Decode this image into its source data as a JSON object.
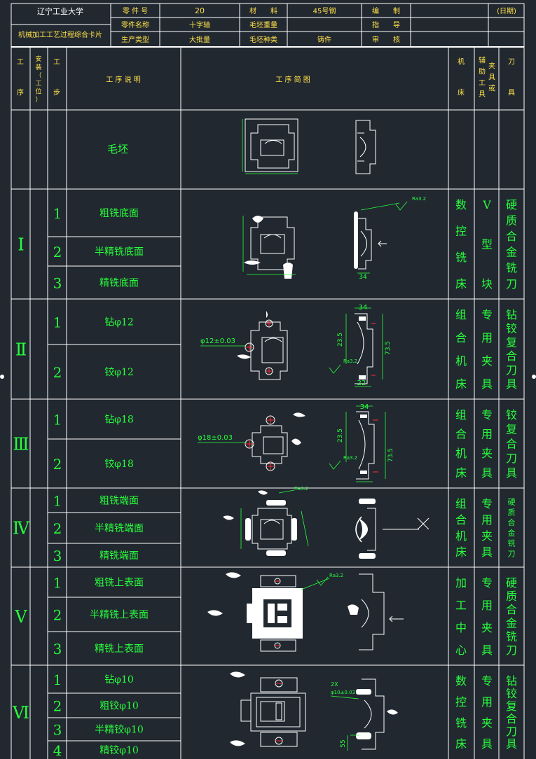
{
  "header": {
    "school": "辽宁工业大学",
    "card_title": "机械加工工艺过程综合卡片",
    "part_no_label": "零 件 号",
    "part_no_value": "20",
    "material_label": "材　　料",
    "material_value": "45号钢",
    "compile_label": "编　　制",
    "date_label": "(日期)",
    "part_name_label": "零件名称",
    "part_name_value": "十字轴",
    "blank_weight_label": "毛坯重量",
    "guide_label": "指　　导",
    "production_type_label": "生产类型",
    "production_type_value": "大批量",
    "blank_type_label": "毛坯种类",
    "blank_type_value": "铸件",
    "review_label": "审　　核"
  },
  "columns": {
    "process": "工序",
    "setup": "安装（工位）",
    "step": "工步",
    "description": "工 序 说 明",
    "sketch": "工 序 简 图",
    "machine": "机床",
    "aux_tool": "辅助工具",
    "fixture": "夹具或",
    "cutter": "刀具"
  },
  "blank": {
    "label": "毛坯"
  },
  "processes": [
    {
      "numeral": "Ⅰ",
      "steps": [
        {
          "num": "1",
          "desc": "粗铣底面"
        },
        {
          "num": "2",
          "desc": "半精铣底面"
        },
        {
          "num": "3",
          "desc": "精铣底面"
        }
      ],
      "machine": [
        "数",
        "控",
        "铣",
        "床"
      ],
      "fixture": [
        "V",
        "型",
        "块"
      ],
      "cutter": [
        "硬",
        "质",
        "合",
        "金",
        "铣",
        "刀"
      ]
    },
    {
      "numeral": "Ⅱ",
      "steps": [
        {
          "num": "1",
          "desc": "钻φ12"
        },
        {
          "num": "2",
          "desc": "铰φ12"
        }
      ],
      "machine": [
        "组",
        "合",
        "机",
        "床"
      ],
      "fixture": [
        "专",
        "用",
        "夹",
        "具"
      ],
      "cutter": [
        "钻",
        "铰",
        "复",
        "合",
        "刀",
        "具"
      ]
    },
    {
      "numeral": "Ⅲ",
      "steps": [
        {
          "num": "1",
          "desc": "钻φ18"
        },
        {
          "num": "2",
          "desc": "铰φ18"
        }
      ],
      "machine": [
        "组",
        "合",
        "机",
        "床"
      ],
      "fixture": [
        "专",
        "用",
        "夹",
        "具"
      ],
      "cutter": [
        "铰",
        "复",
        "合",
        "刀",
        "具"
      ]
    },
    {
      "numeral": "Ⅳ",
      "steps": [
        {
          "num": "1",
          "desc": "粗铣端面"
        },
        {
          "num": "2",
          "desc": "半精铣端面"
        },
        {
          "num": "3",
          "desc": "精铣端面"
        }
      ],
      "machine": [
        "组",
        "合",
        "机",
        "床"
      ],
      "fixture": [
        "专",
        "用",
        "夹",
        "具"
      ],
      "cutter": [
        "硬",
        "质",
        "合",
        "金",
        "铣",
        "刀"
      ]
    },
    {
      "numeral": "Ⅴ",
      "steps": [
        {
          "num": "1",
          "desc": "粗铣上表面"
        },
        {
          "num": "2",
          "desc": "半精铣上表面"
        },
        {
          "num": "3",
          "desc": "精铣上表面"
        }
      ],
      "machine": [
        "加",
        "工",
        "中",
        "心"
      ],
      "fixture": [
        "专",
        "用",
        "夹",
        "具"
      ],
      "cutter": [
        "硬",
        "质",
        "合",
        "金",
        "铣",
        "刀"
      ]
    },
    {
      "numeral": "Ⅵ",
      "steps": [
        {
          "num": "1",
          "desc": "钻φ10"
        },
        {
          "num": "2",
          "desc": "粗铰φ10"
        },
        {
          "num": "3",
          "desc": "半精铰φ10"
        },
        {
          "num": "4",
          "desc": "精铰φ10"
        }
      ],
      "machine": [
        "数",
        "控",
        "铣",
        "床"
      ],
      "fixture": [
        "专",
        "用",
        "夹",
        "具"
      ],
      "cutter": [
        "钻",
        "铰",
        "复",
        "合",
        "刀",
        "具"
      ]
    }
  ],
  "sketch_notes": {
    "dim_12": "φ12±0.03",
    "dim_18": "φ18±0.03",
    "dim_34": "34",
    "dim_23_5": "23.5",
    "dim_73_5": "73.5",
    "dim_22": "22",
    "dim_55": "55",
    "dim_10": "φ10±0.03",
    "count_2x": "2X",
    "roughness": "Ra3.2"
  }
}
